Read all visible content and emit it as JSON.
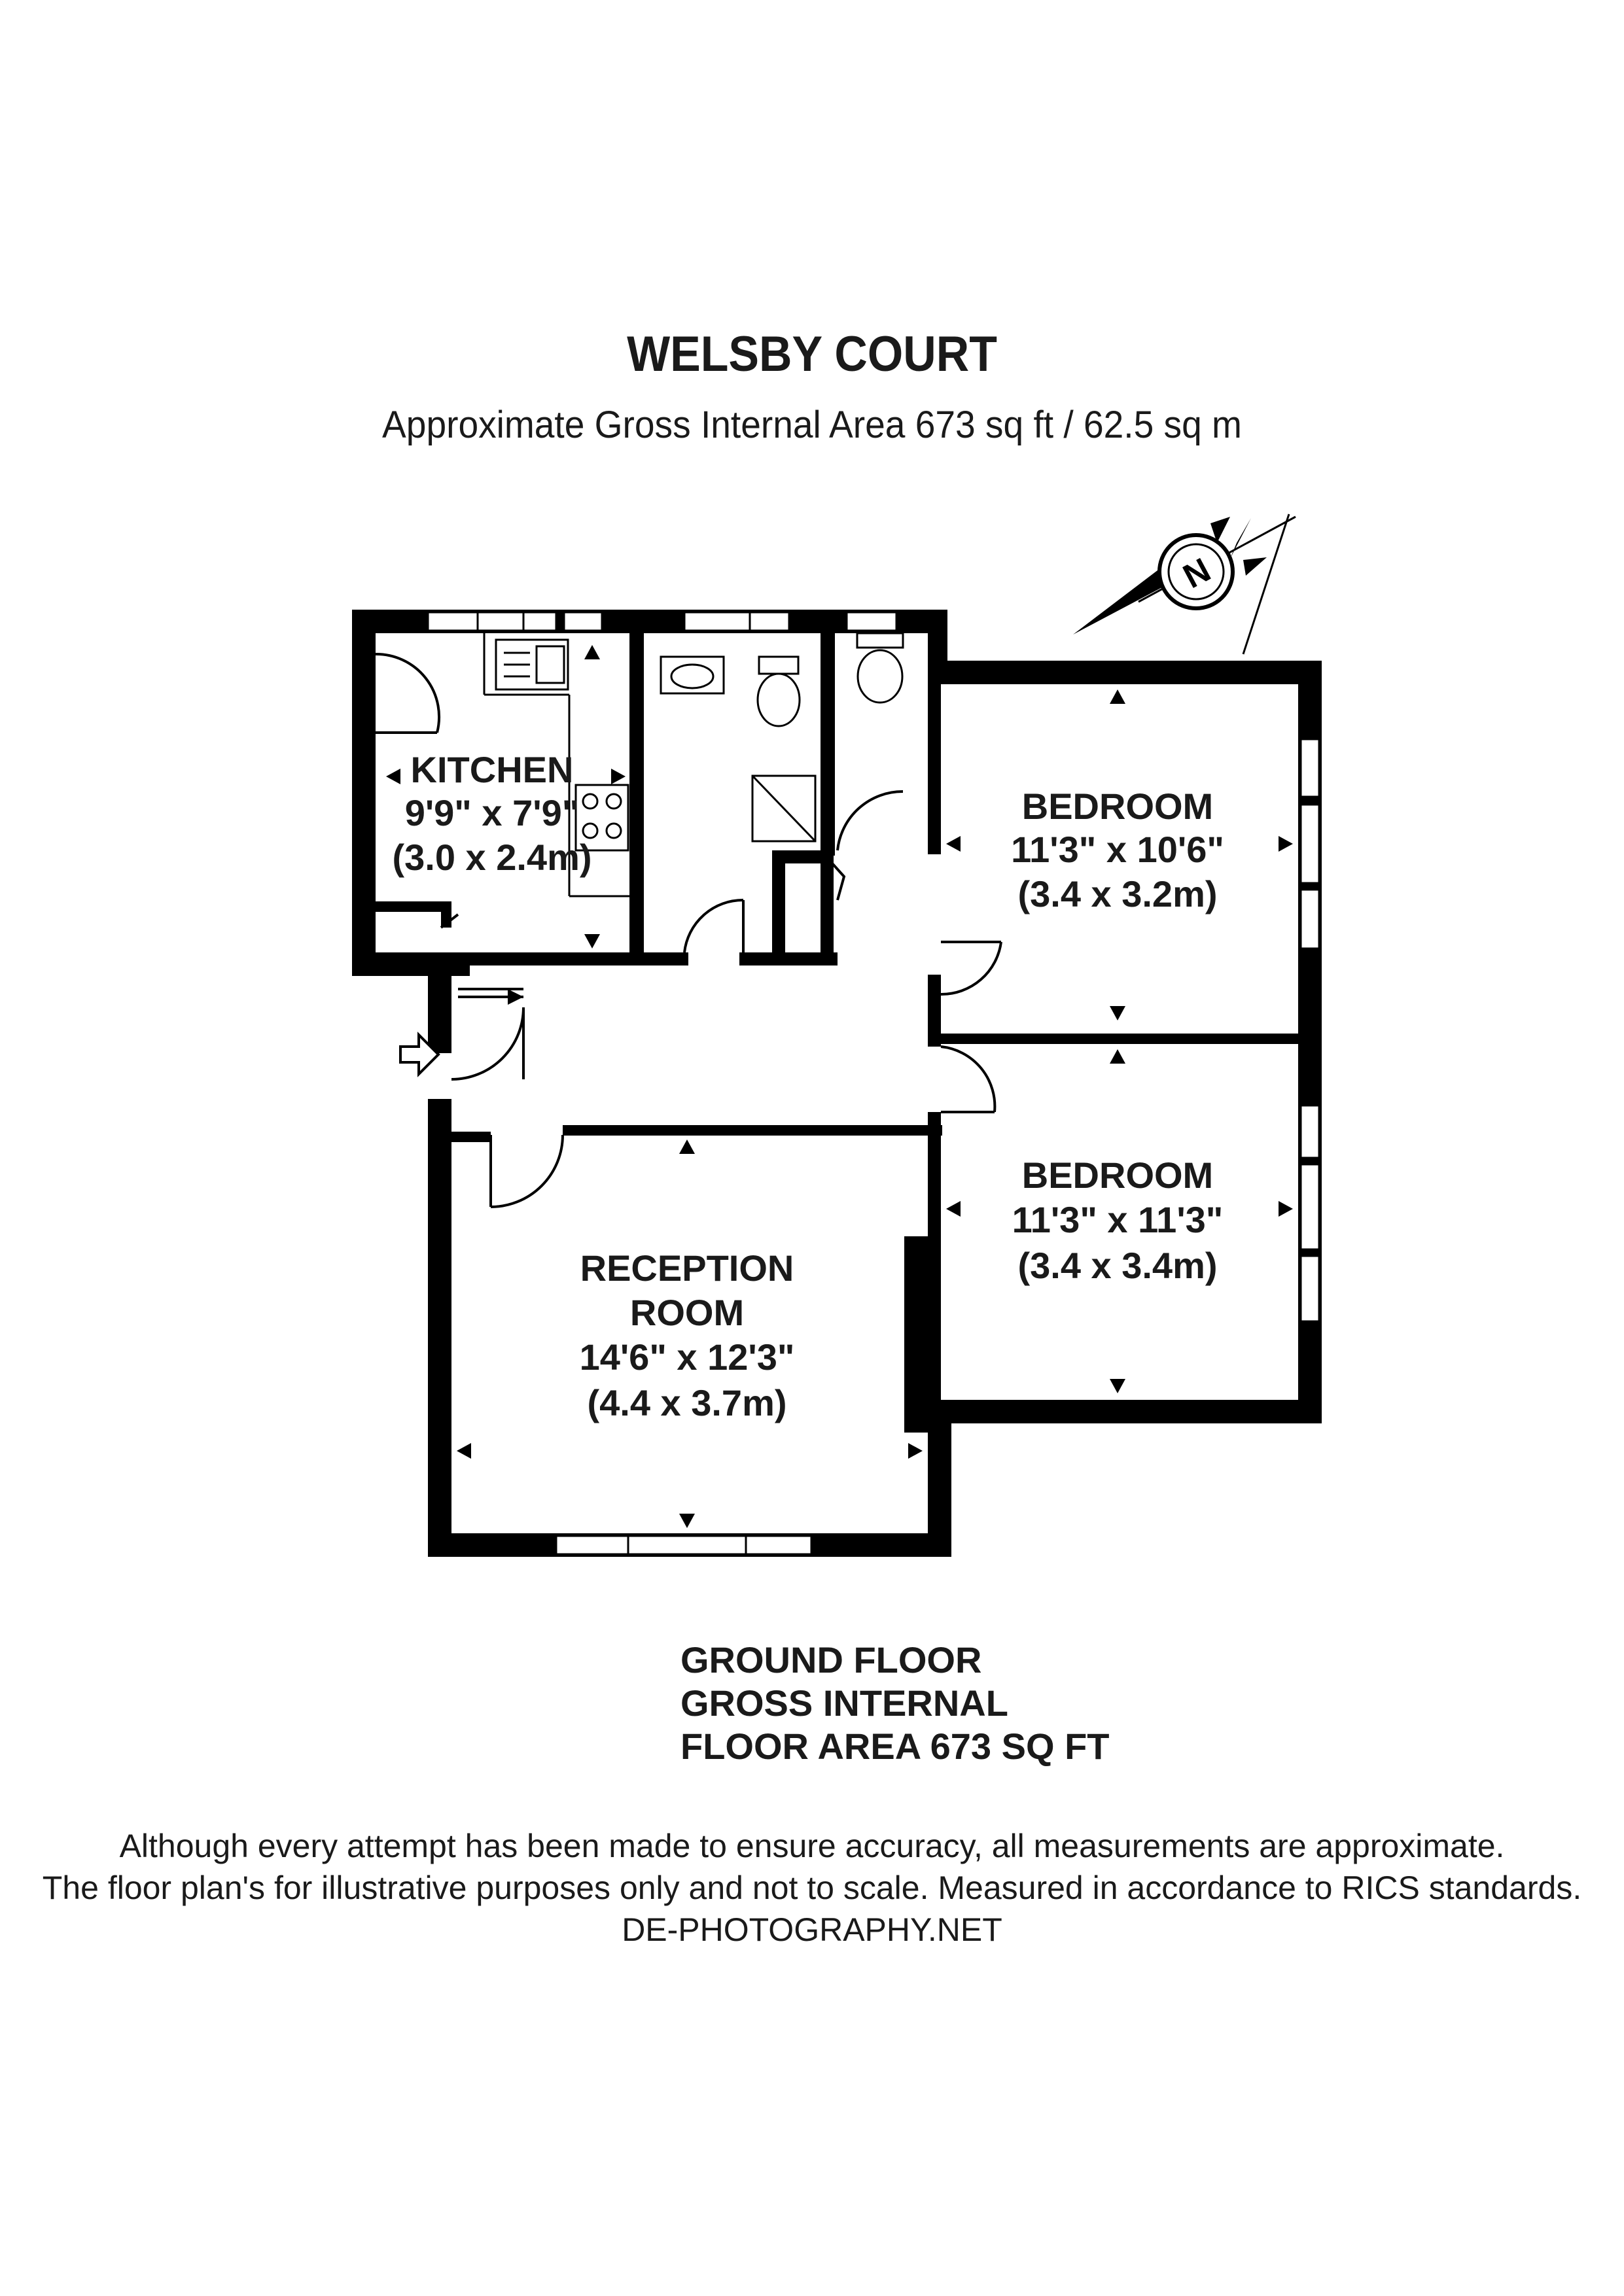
{
  "header": {
    "title": "WELSBY COURT",
    "subtitle": "Approximate Gross Internal Area 673 sq ft / 62.5 sq m"
  },
  "rooms": {
    "kitchen": {
      "name": "KITCHEN",
      "imperial": "9'9\" x 7'9\"",
      "metric": "(3.0 x 2.4m)"
    },
    "bedroom1": {
      "name": "BEDROOM",
      "imperial": "11'3\" x 10'6\"",
      "metric": "(3.4 x 3.2m)"
    },
    "bedroom2": {
      "name": "BEDROOM",
      "imperial": "11'3\" x 11'3\"",
      "metric": "(3.4 x 3.4m)"
    },
    "reception": {
      "name_line1": "RECEPTION",
      "name_line2": "ROOM",
      "imperial": "14'6\" x 12'3\"",
      "metric": "(4.4 x 3.7m)"
    }
  },
  "compass": {
    "letter": "N"
  },
  "floor_info": {
    "line1": "GROUND FLOOR",
    "line2": "GROSS INTERNAL",
    "line3": "FLOOR AREA 673 SQ FT"
  },
  "disclaimer": {
    "line1": "Although every attempt has been made to ensure accuracy, all measurements are approximate.",
    "line2": "The floor plan's for illustrative purposes only and not to scale. Measured in accordance to RICS standards.",
    "line3": "DE-PHOTOGRAPHY.NET"
  },
  "colors": {
    "wall": "#000000",
    "text": "#1a1a1a",
    "background": "#ffffff"
  }
}
